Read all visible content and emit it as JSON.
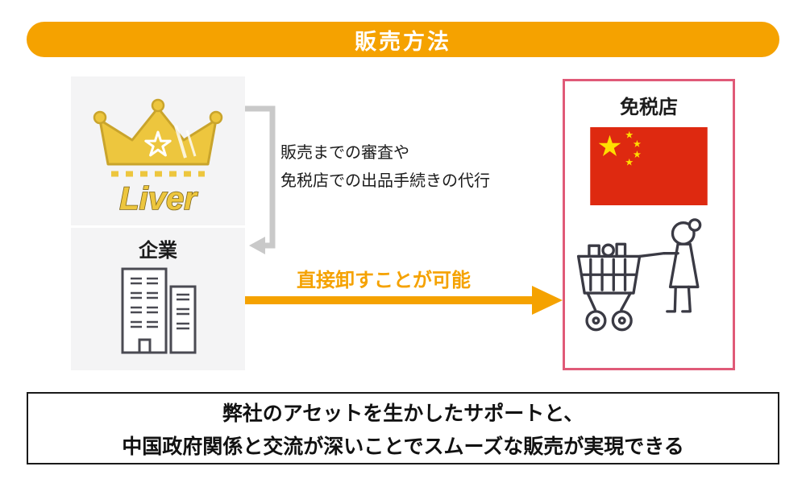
{
  "title": "販売方法",
  "left": {
    "liver_label": "Liver",
    "company_label": "企業"
  },
  "flow": {
    "agency_line1": "販売までの審査や",
    "agency_line2": "免税店での出品手続きの代行",
    "direct_label": "直接卸すことが可能"
  },
  "right": {
    "shop_label": "免税店"
  },
  "footer": {
    "line1": "弊社のアセットを生かしたサポートと、",
    "line2": "中国政府関係と交流が深いことでスムーズな販売が実現できる"
  },
  "colors": {
    "accent_orange": "#F5A200",
    "shop_border_pink": "#E05A78",
    "flag_red": "#DE2910",
    "flag_yellow": "#FFDE00",
    "connector_gray": "#C9C9C9"
  }
}
